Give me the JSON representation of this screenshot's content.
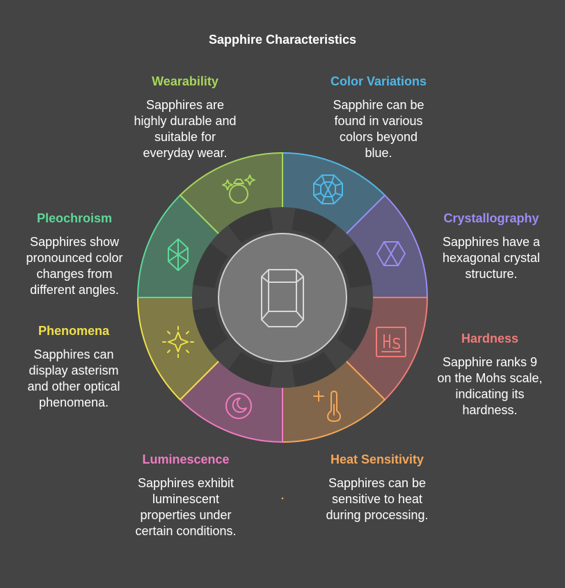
{
  "title": "Sapphire Characteristics",
  "segments": [
    {
      "heading": "Color Variations",
      "description": "Sapphire can be found in various colors beyond blue.",
      "color": "#4fb8e8",
      "icon": "octagon-gem-icon"
    },
    {
      "heading": "Crystallography",
      "description": "Sapphires have a hexagonal crystal structure.",
      "color": "#9b8cf5",
      "icon": "hexagon-cross-icon"
    },
    {
      "heading": "Hardness",
      "description": "Sapphire ranks 9 on the Mohs scale, indicating its hardness.",
      "color": "#f07b78",
      "icon": "hs-element-icon"
    },
    {
      "heading": "Heat Sensitivity",
      "description": "Sapphires can be sensitive to heat during processing.",
      "color": "#f4a65a",
      "icon": "thermometer-icon"
    },
    {
      "heading": "Luminescence",
      "description": "Sapphires exhibit luminescent properties under certain conditions.",
      "color": "#f07cc2",
      "icon": "moon-circle-icon"
    },
    {
      "heading": "Phenomena",
      "description": "Sapphires can display asterism and other optical phenomena.",
      "color": "#f0e04a",
      "icon": "sparkle-icon"
    },
    {
      "heading": "Pleochroism",
      "description": "Sapphires show pronounced color changes from different angles.",
      "color": "#5ed89a",
      "icon": "diamond-crystal-icon"
    },
    {
      "heading": "Wearability",
      "description": "Sapphires are highly durable and suitable for everyday wear.",
      "color": "#a8d65c",
      "icon": "ring-icon"
    }
  ],
  "center_icon": "hexagonal-prism-icon"
}
